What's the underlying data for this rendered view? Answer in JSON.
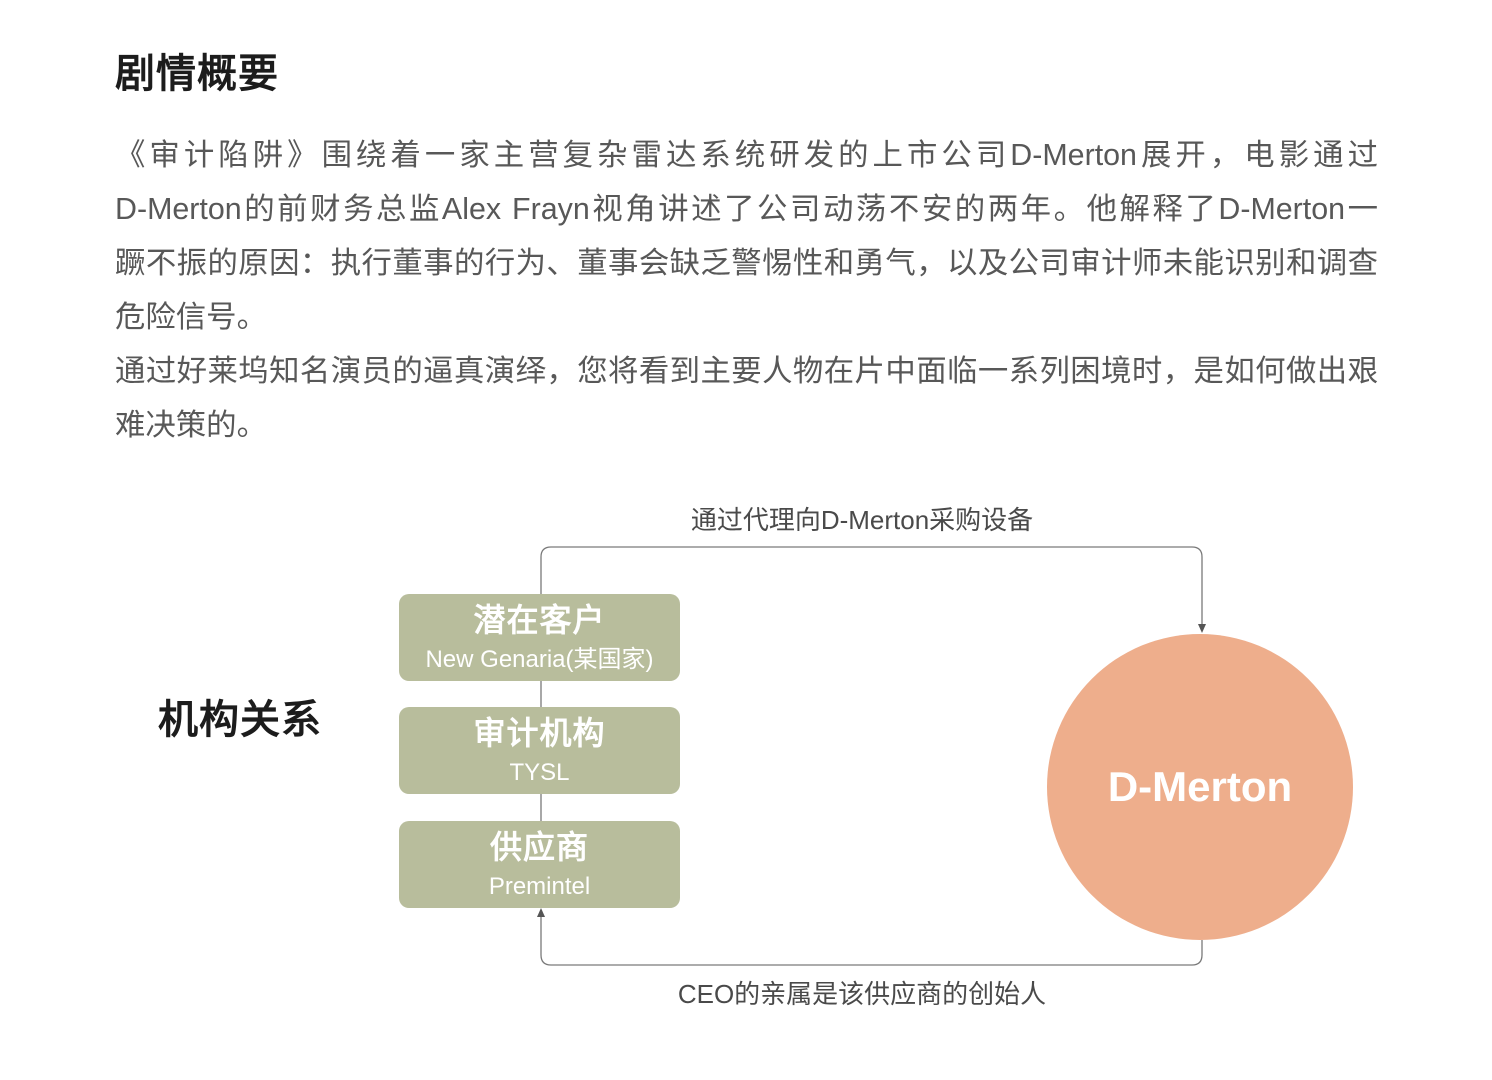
{
  "summary": {
    "title": "剧情概要",
    "paragraphs": [
      {
        "lines": [
          "《审计陷阱》围绕着一家主营复杂雷达系统研发的上市公司D-Merton展开，电影通过",
          "D-Merton的前财务总监Alex Frayn视角讲述了公司动荡不安的两年。他解释了D-Merton一",
          "蹶不振的原因：执行董事的行为、董事会缺乏警惕性和勇气，以及公司审计师未能识别和调查",
          "危险信号。"
        ]
      },
      {
        "lines": [
          "通过好莱坞知名演员的逼真演绎，您将看到主要人物在片中面临一系列困境时，是如何做出艰",
          "难决策的。"
        ]
      }
    ]
  },
  "diagram": {
    "title": "机构关系",
    "entities": [
      {
        "name": "潜在客户",
        "subtitle": "New Genaria(某国家)"
      },
      {
        "name": "审计机构",
        "subtitle": "TYSL"
      },
      {
        "name": "供应商",
        "subtitle": "Premintel"
      }
    ],
    "company": "D-Merton",
    "edges": {
      "top_label": "通过代理向D-Merton采购设备",
      "bottom_label": "CEO的亲属是该供应商的创始人"
    },
    "colors": {
      "entity_fill": "#b8bd9c",
      "company_fill": "#eeae8c",
      "connector": "#7a7a7a",
      "body_text": "#585858",
      "heading_text": "#1c1c1c"
    }
  }
}
